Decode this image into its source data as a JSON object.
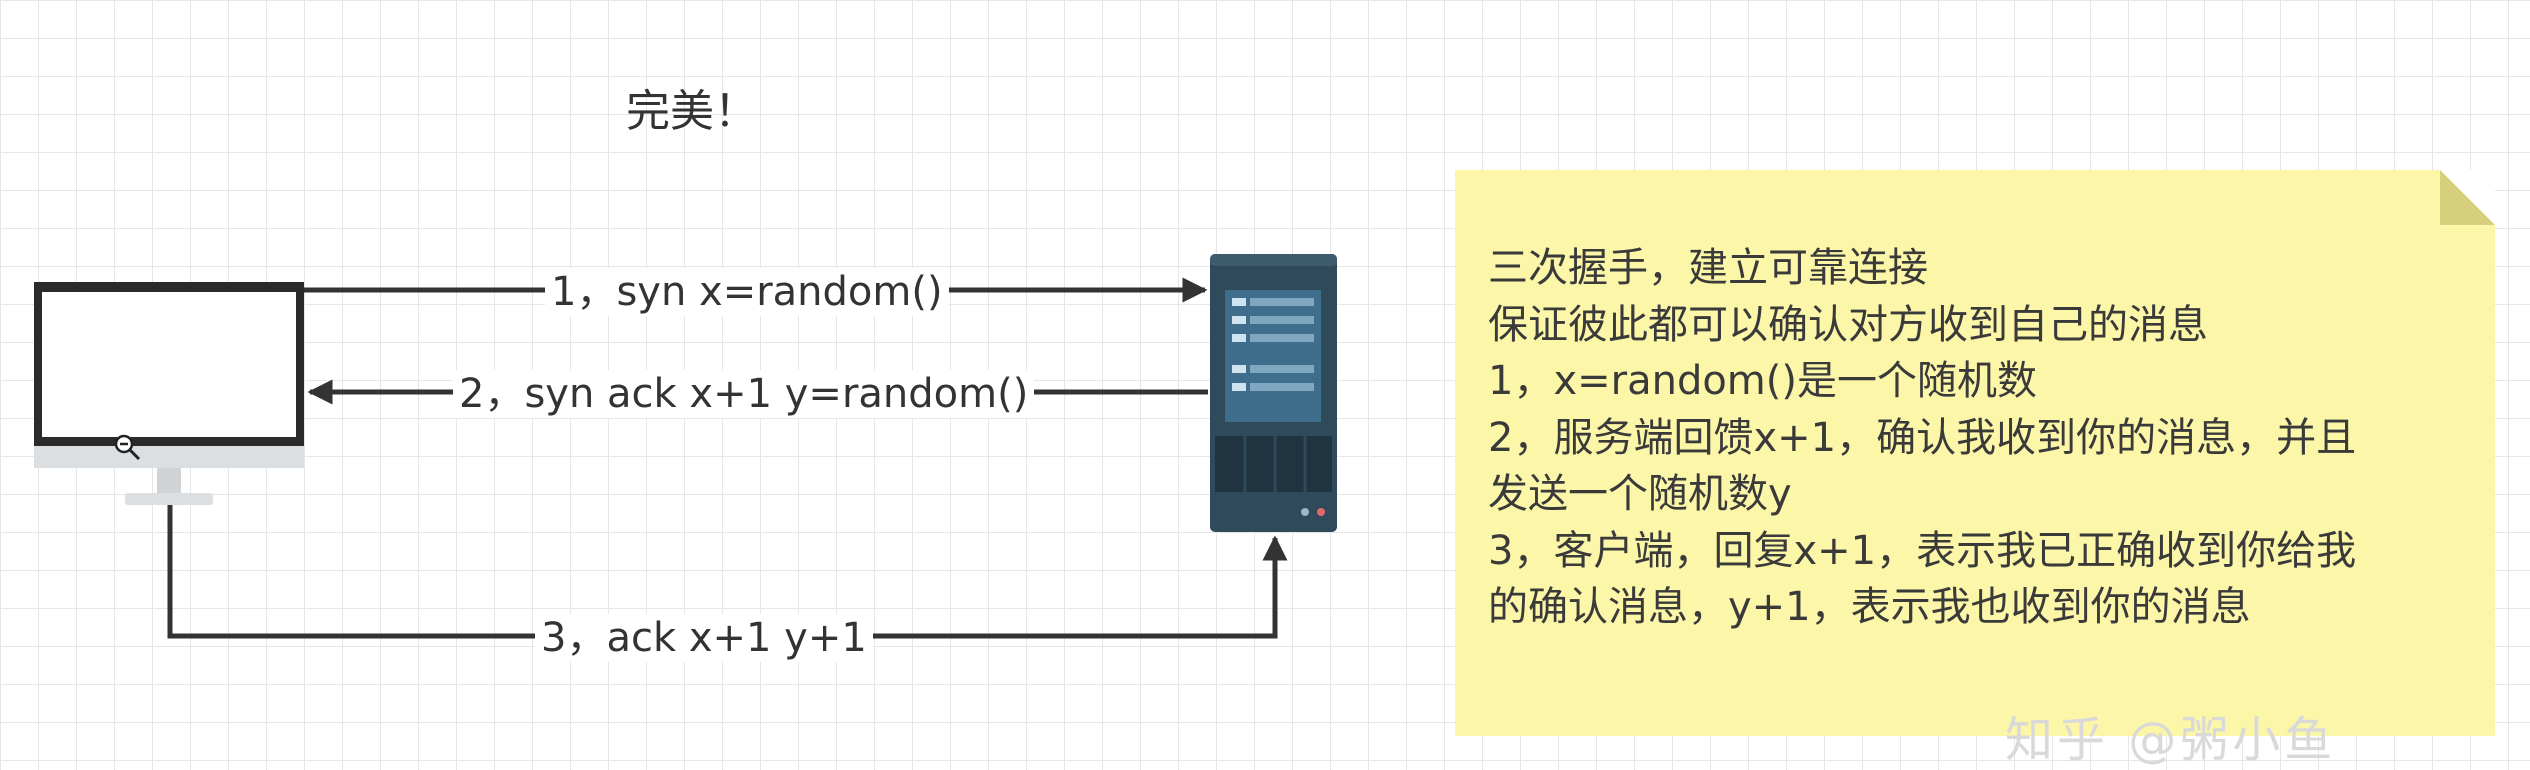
{
  "diagram": {
    "heading": "完美！",
    "arrows": [
      {
        "label": "1，syn x=random()"
      },
      {
        "label": "2，syn ack x+1 y=random()"
      },
      {
        "label": "3，ack x+1 y+1"
      }
    ],
    "note": {
      "lines": [
        "三次握手，建立可靠连接",
        "保证彼此都可以确认对方收到自己的消息",
        "1，x=random()是一个随机数",
        "2，服务端回馈x+1，确认我收到你的消息，并且",
        "发送一个随机数y",
        "3，客户端，回复x+1，表示我已正确收到你给我",
        "的确认消息，y+1，表示我也收到你的消息"
      ]
    },
    "watermark": "知乎 @粥小鱼",
    "icons": {
      "client": "monitor-icon",
      "server": "server-icon",
      "cursor": "zoom-out-cursor-icon"
    },
    "colors": {
      "note_bg": "#fbf6a8",
      "server_body": "#2f4a5a",
      "arrow": "#333333"
    }
  }
}
